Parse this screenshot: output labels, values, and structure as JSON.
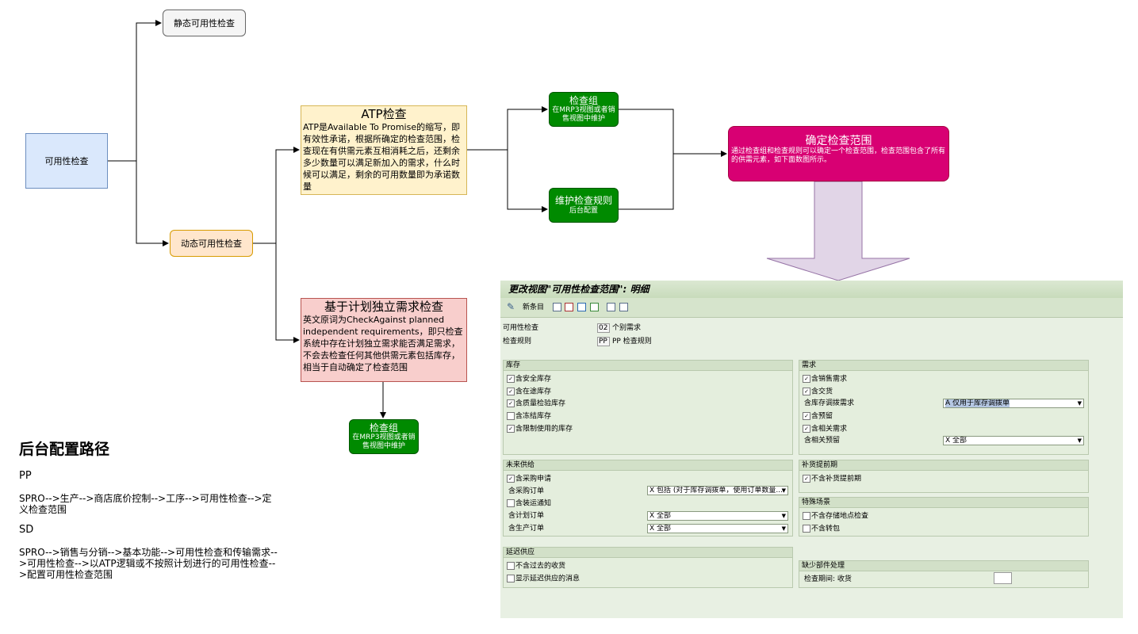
{
  "nodes": {
    "static_check": "静态可用性检查",
    "availability_check": "可用性检查",
    "dynamic_check": "动态可用性检查",
    "atp": {
      "title": "ATP检查",
      "desc": "ATP是Available To Promise的缩写，即有效性承诺，根据所确定的检查范围，检查现在有供需元素互相消耗之后，还剩余多少数量可以满足新加入的需求，什么时候可以满足，剩余的可用数量即为承诺数量"
    },
    "check_group_1": {
      "title": "检查组",
      "desc": "在MRP3视图或者销售视图中维护"
    },
    "maintain_rule": {
      "title": "维护检查规则",
      "desc": "后台配置"
    },
    "scope": {
      "title": "确定检查范围",
      "desc": "通过检查组和检查规则可以确定一个检查范围，检查范围包含了所有的供需元素，如下面数图所示。"
    },
    "pir": {
      "title": "基于计划独立需求检查",
      "desc": "英文原词为CheckAgainst planned independent requirements，即只检查系统中存在计划独立需求能否满足需求，不会去检查任何其他供需元素包括库存，相当于自动确定了检查范围"
    },
    "check_group_2": {
      "title": "检查组",
      "desc": "在MRP3视图或者销售视图中维护"
    }
  },
  "notes": {
    "heading": "后台配置路径",
    "pp_label": "PP",
    "pp_path": "SPRO-->生产-->商店底价控制-->工序-->可用性检查-->定义检查范围",
    "sd_label": "SD",
    "sd_path": "SPRO-->销售与分销-->基本功能-->可用性检查和传输需求-->可用性检查-->以ATP逻辑或不按照计划进行的可用性检查-->配置可用性检查范围"
  },
  "sap": {
    "title": "更改视图\"可用性检查范围\": 明细",
    "new_entries": "新条目",
    "header_fields": [
      {
        "label": "可用性检查",
        "value": "02",
        "text": "个别需求"
      },
      {
        "label": "检查规则",
        "value": "PP",
        "text": "PP 检查规则"
      }
    ],
    "stock": {
      "title": "库存",
      "items": [
        {
          "label": "含安全库存",
          "checked": "✓"
        },
        {
          "label": "含在途库存",
          "checked": "✓"
        },
        {
          "label": "含质量检验库存",
          "checked": "✓"
        },
        {
          "label": "含冻结库存",
          "checked": ""
        },
        {
          "label": "含限制使用的库存",
          "checked": "✓"
        }
      ]
    },
    "demand": {
      "title": "需求",
      "items": [
        {
          "label": "含销售需求",
          "checked": "✓"
        },
        {
          "label": "含交货",
          "checked": "✓"
        }
      ],
      "transfer_label": "含库存调拨需求",
      "transfer_value": "A 仅用于库存调拨单",
      "items2": [
        {
          "label": "含预留",
          "checked": "✓"
        },
        {
          "label": "含相关需求",
          "checked": "✓"
        }
      ],
      "dep_res_label": "含相关预留",
      "dep_res_value": "X 全部"
    },
    "future_supply": {
      "title": "未来供给",
      "pr_label": "含采购申请",
      "pr_checked": "✓",
      "po_label": "含采购订单",
      "po_value": "X 包括 (对于库存调拨单，使用订单数量...",
      "ship_label": "含装运通知",
      "ship_checked": "",
      "plan_label": "含计划订单",
      "plan_value": "X 全部",
      "prod_label": "含生产订单",
      "prod_value": "X 全部"
    },
    "replenish": {
      "title": "补货提前期",
      "label": "不含补货提前期",
      "checked": "✓"
    },
    "special": {
      "title": "特殊场景",
      "items": [
        {
          "label": "不含存储地点检查",
          "checked": ""
        },
        {
          "label": "不含转包",
          "checked": ""
        }
      ]
    },
    "delayed": {
      "title": "延迟供应",
      "items": [
        {
          "label": "不含过去的收货",
          "checked": ""
        },
        {
          "label": "显示延迟供应的消息",
          "checked": ""
        }
      ]
    },
    "missing": {
      "title": "缺少部件处理",
      "label": "检查期间: 收货"
    }
  },
  "colors": {
    "green": "#008a00",
    "magenta": "#d80073",
    "arrow_fill": "#e1d5e7"
  }
}
